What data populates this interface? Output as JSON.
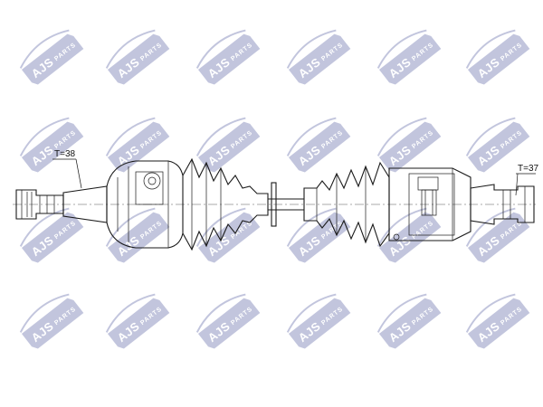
{
  "watermark": {
    "brand": "AJS",
    "suffix": "PARTS",
    "color": "#b8bcd8"
  },
  "callouts": {
    "left_spline": "T=38",
    "right_spline": "T=37"
  },
  "colors": {
    "line": "#1a1a1a",
    "background": "#ffffff"
  }
}
